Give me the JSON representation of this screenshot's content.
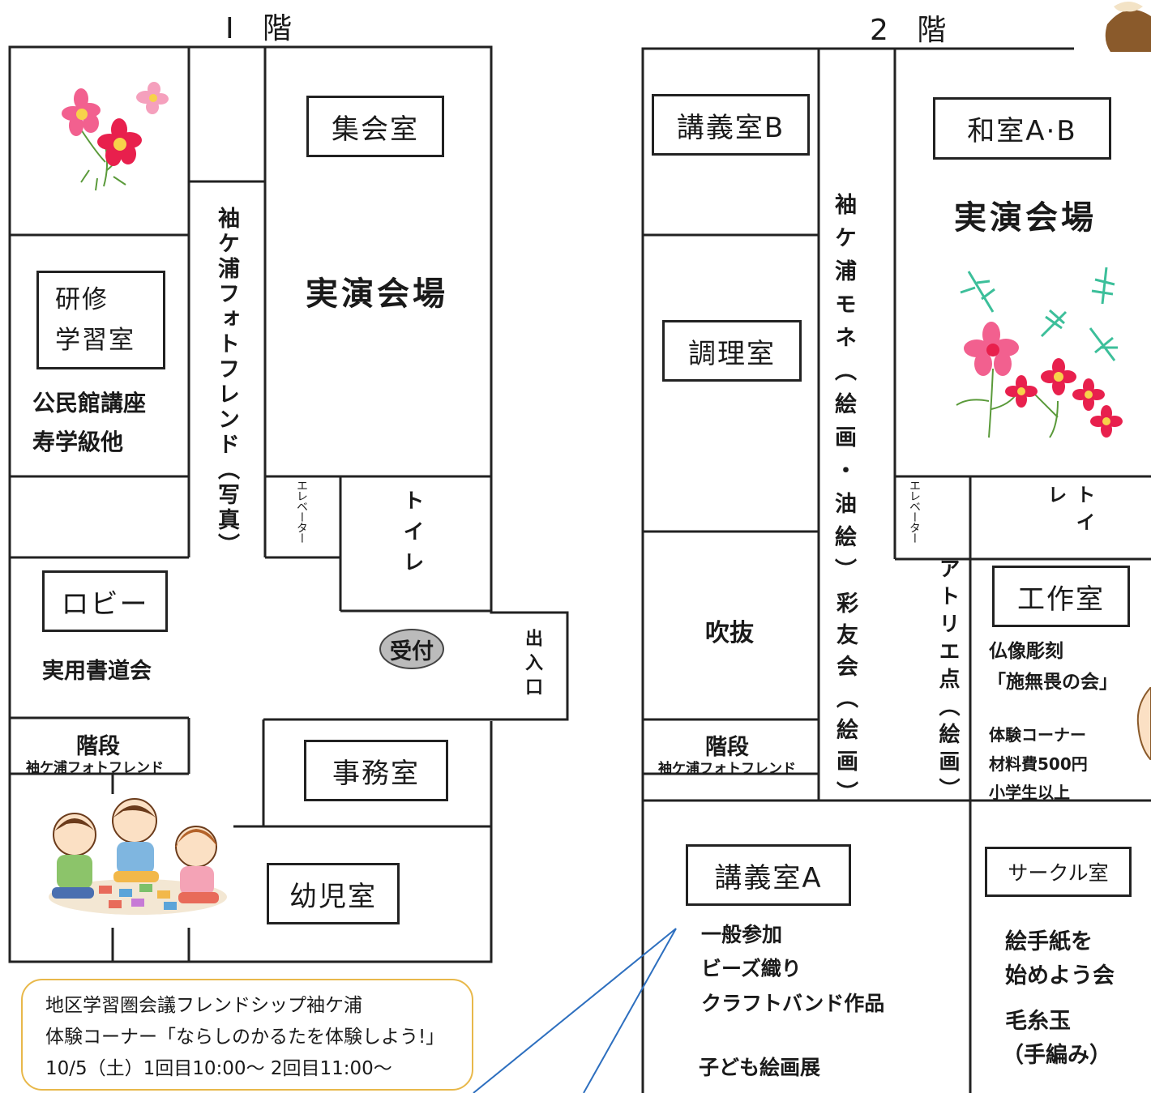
{
  "floor1": {
    "title": "Ⅰ 階",
    "rooms": {
      "meeting": "集会室",
      "training_line1": "研修",
      "training_line2": "学習室",
      "lobby": "ロビー",
      "office": "事務室",
      "kids": "幼児室",
      "hall": "実演会場",
      "elevator": "エレベーター",
      "toilet": "トイレ",
      "entrance": "出入口",
      "reception": "受付",
      "stairs": "階段"
    },
    "exhibits": {
      "corridor": "袖ケ浦フォトフレンド（写真）",
      "kominkan_line1": "公民館講座",
      "kominkan_line2": "寿学級他",
      "shodo": "実用書道会",
      "stairs_photo": "袖ケ浦フォトフレンド"
    },
    "callout": {
      "line1": "地区学習圏会議フレンドシップ袖ケ浦",
      "line2": "体験コーナー「ならしのかるたを体験しよう!」",
      "line3": "10/5（土）1回目10:00～ 2回目11:00～"
    }
  },
  "floor2": {
    "title": "2 階",
    "rooms": {
      "lectureB": "講義室B",
      "washitsu": "和室A·B",
      "hall": "実演会場",
      "cooking": "調理室",
      "atrium": "吹抜",
      "stairs": "階段",
      "elevator": "エレベーター",
      "toilet": "トイレ",
      "workshop": "工作室",
      "lectureA": "講義室A",
      "circle": "サークル室"
    },
    "exhibits": {
      "monet": "袖ケ浦モネ（絵画・油絵）",
      "saiyu": "彩友会（絵画）",
      "atelier": "アトリエ点（絵画）",
      "stairs_photo": "袖ケ浦フォトフレンド",
      "workshop_line1": "仏像彫刻",
      "workshop_line2": "「施無畏の会」",
      "workshop_line3": "体験コーナー",
      "workshop_line4": "材料費500円",
      "workshop_line5": "小学生以上",
      "lectureA_line1": "一般参加",
      "lectureA_line2": "ビーズ織り",
      "lectureA_line3": "クラフトバンド作品",
      "lectureA_line4": "子ども絵画展",
      "circle_line1": "絵手紙を",
      "circle_line2": "始めよう会",
      "circle_line3": "毛糸玉",
      "circle_line4": "（手編み）"
    }
  },
  "colors": {
    "wall": "#222222",
    "callout_border": "#e8b84a",
    "cosmos_pink": "#f2608f",
    "cosmos_red": "#e8204d",
    "dragonfly": "#3cbf9a",
    "pointer_line": "#2d6fbf"
  }
}
